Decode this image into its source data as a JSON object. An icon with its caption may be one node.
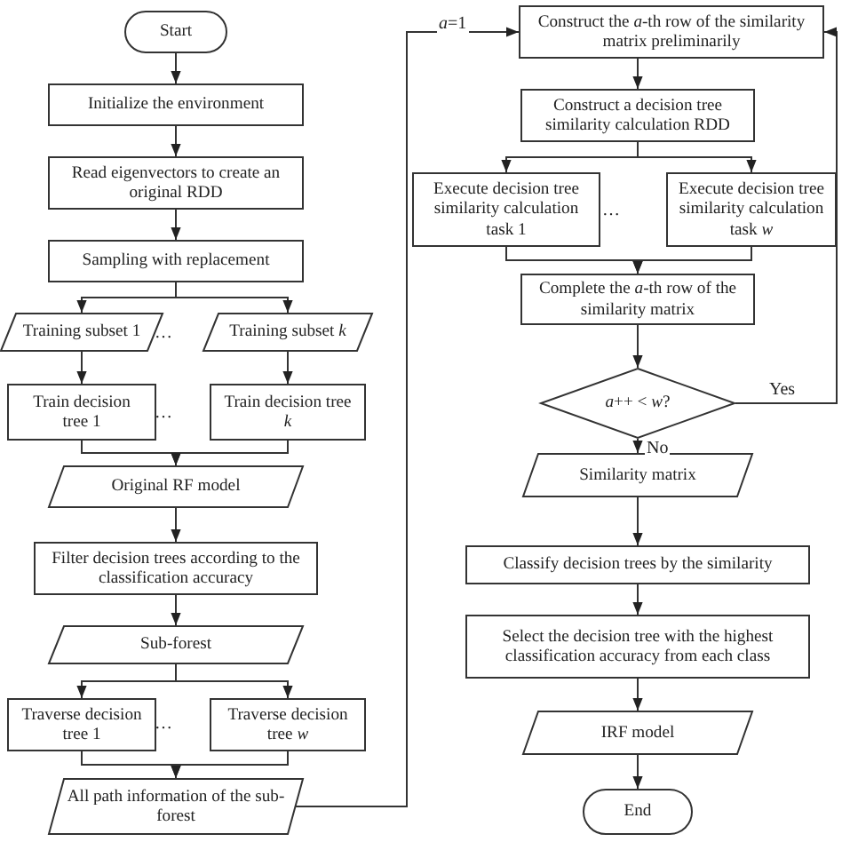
{
  "diagram": {
    "nodes": [
      {
        "text": [
          "Start"
        ]
      },
      {
        "text": [
          "Initialize the environment"
        ]
      },
      {
        "text": [
          "Read eigenvectors to create an original RDD"
        ]
      },
      {
        "text": [
          "Sampling with replacement"
        ]
      },
      {
        "text": [
          "Training subset 1"
        ]
      },
      {
        "text": [
          "Training subset *k*"
        ]
      },
      {
        "text": [
          "Train decision tree 1"
        ]
      },
      {
        "text": [
          "Train decision tree *k*"
        ]
      },
      {
        "text": [
          "Original RF model"
        ]
      },
      {
        "text": [
          "Filter decision trees according to the classification accuracy"
        ]
      },
      {
        "text": [
          "Sub-forest"
        ]
      },
      {
        "text": [
          "Traverse decision tree 1"
        ]
      },
      {
        "text": [
          "Traverse decision tree *w*"
        ]
      },
      {
        "text": [
          "All path information of the sub-forest"
        ]
      },
      {
        "text": [
          "Construct the *a*-th row of the similarity matrix preliminarily"
        ]
      },
      {
        "text": [
          "Construct a decision tree similarity calculation RDD"
        ]
      },
      {
        "text": [
          "Execute decision tree similarity calculation task 1"
        ]
      },
      {
        "text": [
          "Execute decision tree similarity calculation task *w*"
        ]
      },
      {
        "text": [
          "Complete the *a*-th row of the similarity matrix"
        ]
      },
      {
        "text": [
          "*a*++ < *w*?"
        ]
      },
      {
        "text": [
          "Similarity matrix"
        ]
      },
      {
        "text": [
          "Classify decision trees by the similarity"
        ]
      },
      {
        "text": [
          "Select the decision tree with the highest classification accuracy from each class"
        ]
      },
      {
        "text": [
          "IRF model"
        ]
      },
      {
        "text": [
          "End"
        ]
      }
    ],
    "edges": [
      {
        "from": 0,
        "to": 1,
        "arrow": "to"
      },
      {
        "from": 1,
        "to": 2,
        "arrow": "to"
      },
      {
        "from": 2,
        "to": 3,
        "arrow": "to"
      },
      {
        "from": 3,
        "to": 4,
        "arrow": "to"
      },
      {
        "from": 3,
        "to": 5,
        "arrow": "to"
      },
      {
        "from": 4,
        "to": 6,
        "arrow": "to"
      },
      {
        "from": 5,
        "to": 7,
        "arrow": "to"
      },
      {
        "from": 6,
        "to": 8,
        "arrow": "to"
      },
      {
        "from": 7,
        "to": 8,
        "arrow": "to"
      },
      {
        "from": 8,
        "to": 9,
        "arrow": "to"
      },
      {
        "from": 9,
        "to": 10,
        "arrow": "to"
      },
      {
        "from": 10,
        "to": 11,
        "arrow": "to"
      },
      {
        "from": 10,
        "to": 12,
        "arrow": "to"
      },
      {
        "from": 11,
        "to": 13,
        "arrow": "to"
      },
      {
        "from": 12,
        "to": 13,
        "arrow": "to"
      },
      {
        "from": 13,
        "to": 14,
        "arrow": "to",
        "label": "*a*=1"
      },
      {
        "from": 14,
        "to": 15,
        "arrow": "to"
      },
      {
        "from": 15,
        "to": 16,
        "arrow": "to"
      },
      {
        "from": 15,
        "to": 17,
        "arrow": "to"
      },
      {
        "from": 16,
        "to": 18,
        "arrow": "to"
      },
      {
        "from": 17,
        "to": 18,
        "arrow": "to"
      },
      {
        "from": 18,
        "to": 19,
        "arrow": "to"
      },
      {
        "from": 19,
        "to": 14,
        "arrow": "to",
        "label": "Yes"
      },
      {
        "from": 19,
        "to": 20,
        "arrow": "to",
        "label": "No"
      },
      {
        "from": 20,
        "to": 21,
        "arrow": "to"
      },
      {
        "from": 21,
        "to": 22,
        "arrow": "to"
      },
      {
        "from": 22,
        "to": 23,
        "arrow": "to"
      },
      {
        "from": 23,
        "to": 24,
        "arrow": "to"
      }
    ],
    "labels": [
      "…",
      "…",
      "…",
      "…"
    ]
  }
}
